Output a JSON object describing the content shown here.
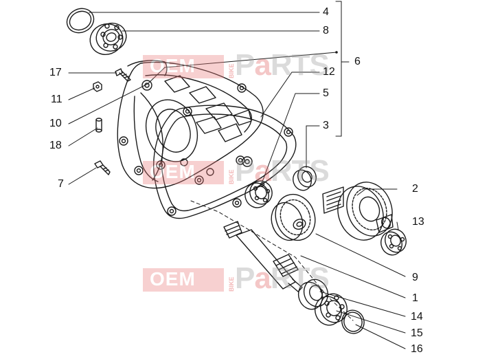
{
  "watermark": {
    "left_text": "OEM",
    "side_text": "BIKE",
    "right_text": "PaRTS"
  },
  "callouts": {
    "c1": "1",
    "c2": "2",
    "c3": "3",
    "c4": "4",
    "c5": "5",
    "c6": "6",
    "c7": "7",
    "c8": "8",
    "c9": "9",
    "c10": "10",
    "c11": "11",
    "c12": "12",
    "c13": "13",
    "c14": "14",
    "c15": "15",
    "c16": "16",
    "c17": "17",
    "c18": "18"
  }
}
